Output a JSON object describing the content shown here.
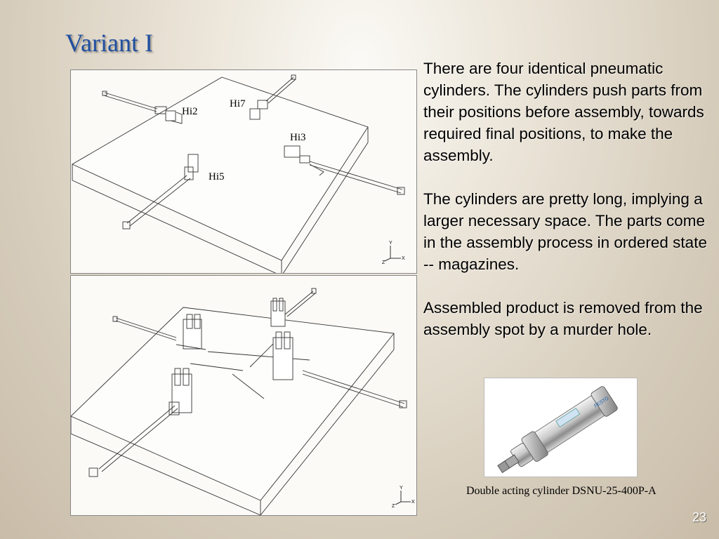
{
  "slide": {
    "title": "Variant I",
    "page_number": "23"
  },
  "figure_top": {
    "labels": {
      "hi2": "Hi2",
      "hi7": "Hi7",
      "hi3": "Hi3",
      "hi5": "Hi5"
    },
    "axes": {
      "y": "Y",
      "x": "X",
      "z": "Z"
    }
  },
  "figure_bottom": {
    "axes": {
      "y": "Y",
      "x": "X",
      "z": "Z"
    }
  },
  "text": {
    "paragraph_1": "There are four identical pneumatic cylinders. The cylinders push parts from their positions before assembly, towards required final positions, to make the assembly.",
    "paragraph_2": "The cylinders are pretty long, implying a larger necessary space. The parts come in the assembly process in ordered state -- magazines.",
    "paragraph_3": "Assembled product is removed from the assembly spot by a murder hole."
  },
  "photo": {
    "brand_label": "FESTO",
    "caption": "Double acting cylinder DSNU-25-400P-A"
  }
}
